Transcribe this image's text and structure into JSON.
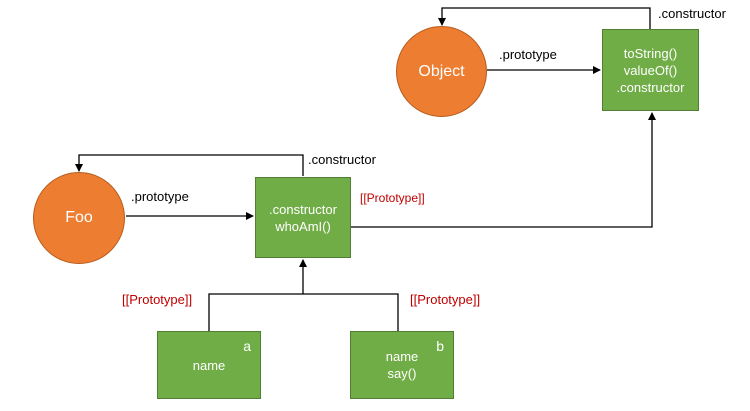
{
  "colors": {
    "circle_fill": "#ed7d31",
    "circle_stroke": "#b55c1e",
    "box_fill": "#70ad47",
    "box_stroke": "#507e32",
    "line": "#000000",
    "proto_label": "#c00000"
  },
  "nodes": {
    "object": {
      "label": "Object"
    },
    "foo": {
      "label": "Foo"
    },
    "object_prototype": {
      "lines": [
        "toString()",
        "valueOf()",
        ".constructor"
      ]
    },
    "foo_prototype": {
      "lines": [
        ".constructor",
        "whoAmI()"
      ]
    },
    "instance_a": {
      "tag": "a",
      "lines": [
        "name"
      ]
    },
    "instance_b": {
      "tag": "b",
      "lines": [
        "name",
        "say()"
      ]
    }
  },
  "edges": {
    "object_prototype_label": ".prototype",
    "object_constructor_label": ".constructor",
    "foo_prototype_label": ".prototype",
    "foo_constructor_label": ".constructor",
    "foo_proto_link_label": "[[Prototype]]",
    "a_proto_link_label": "[[Prototype]]",
    "b_proto_link_label": "[[Prototype]]"
  }
}
